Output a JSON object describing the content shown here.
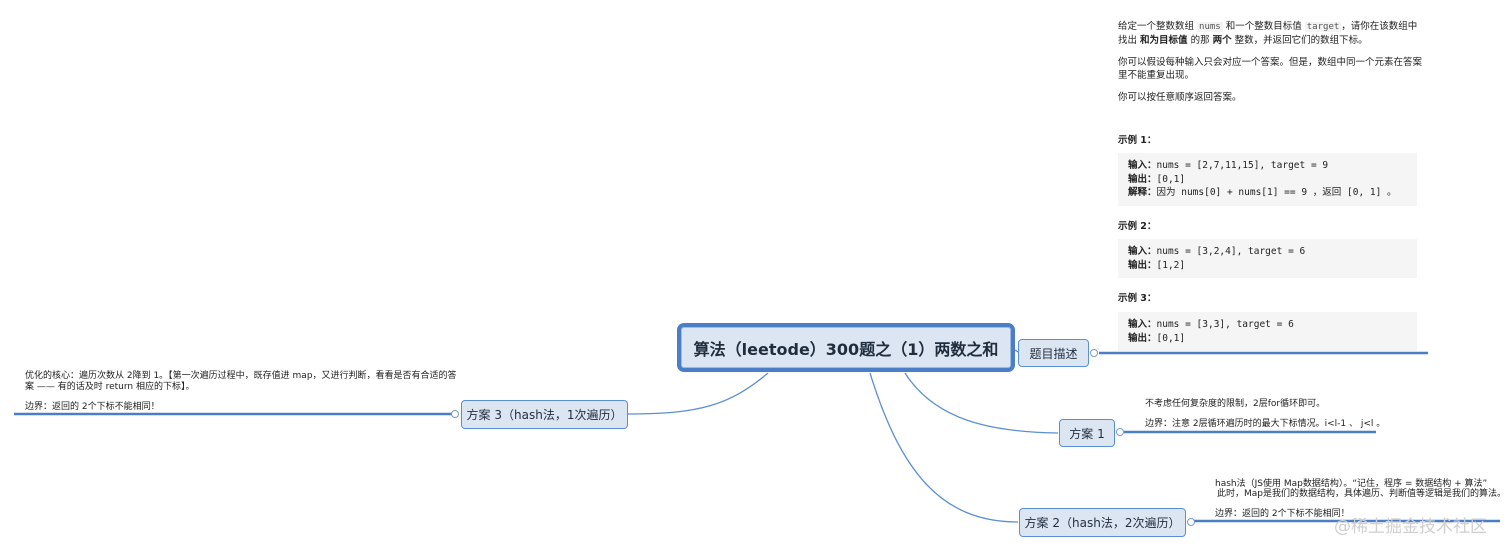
{
  "central": {
    "title": "算法（leetode）300题之（1）两数之和"
  },
  "nodes": {
    "problem": {
      "label": "题目描述"
    },
    "plan1": {
      "label": "方案 1",
      "notes": [
        "不考虑任何复杂度的限制，2层for循环即可。",
        "边界：注意 2层循环遍历时的最大下标情况。i<l-1 、 j<l 。"
      ]
    },
    "plan2": {
      "label": "方案 2（hash法，2次遍历）",
      "notes": [
        "hash法（JS使用 Map数据结构）。“记住，程序 = 数据结构 + 算法”",
        "此时，Map是我们的数据结构，具体遍历、判断值等逻辑是我们的算法。",
        "边界：返回的 2个下标不能相同！"
      ]
    },
    "plan3": {
      "label": "方案 3（hash法，1次遍历）",
      "notes": [
        "优化的核心：遍历次数从 2降到 1。【第一次遍历过程中，既存值进 map，又进行判断，看看是否有合适的答",
        "案 —— 有的话及时 return 相应的下标】。",
        "边界：返回的 2个下标不能相同！"
      ]
    }
  },
  "problem_desc": {
    "p1_a": "给定一个整数数组 ",
    "p1_code1": "nums",
    "p1_b": " 和一个整数目标值 ",
    "p1_code2": "target",
    "p1_c": "，请你在该数组中找出 ",
    "p1_bold1": "和为目标值",
    "p1_d": " 的那 ",
    "p1_bold2": "两个",
    "p1_e": " 整数，并返回它们的数组下标。",
    "p2": "你可以假设每种输入只会对应一个答案。但是，数组中同一个元素在答案里不能重复出现。",
    "p3": "你可以按任意顺序返回答案。",
    "examples": [
      {
        "title": "示例 1：",
        "input_label": "输入：",
        "input": "nums = [2,7,11,15], target = 9",
        "output_label": "输出：",
        "output": "[0,1]",
        "explain_label": "解释：",
        "explain": "因为 nums[0] + nums[1] == 9 ，返回 [0, 1] 。"
      },
      {
        "title": "示例 2：",
        "input_label": "输入：",
        "input": "nums = [3,2,4], target = 6",
        "output_label": "输出：",
        "output": "[1,2]"
      },
      {
        "title": "示例 3：",
        "input_label": "输入：",
        "input": "nums = [3,3], target = 6",
        "output_label": "输出：",
        "output": "[0,1]"
      }
    ]
  },
  "watermark": "@稀土掘金技术社区",
  "colors": {
    "branch": "#5b8fd4",
    "node_fill": "#dce6f3",
    "underline": "#4a7fc8"
  }
}
